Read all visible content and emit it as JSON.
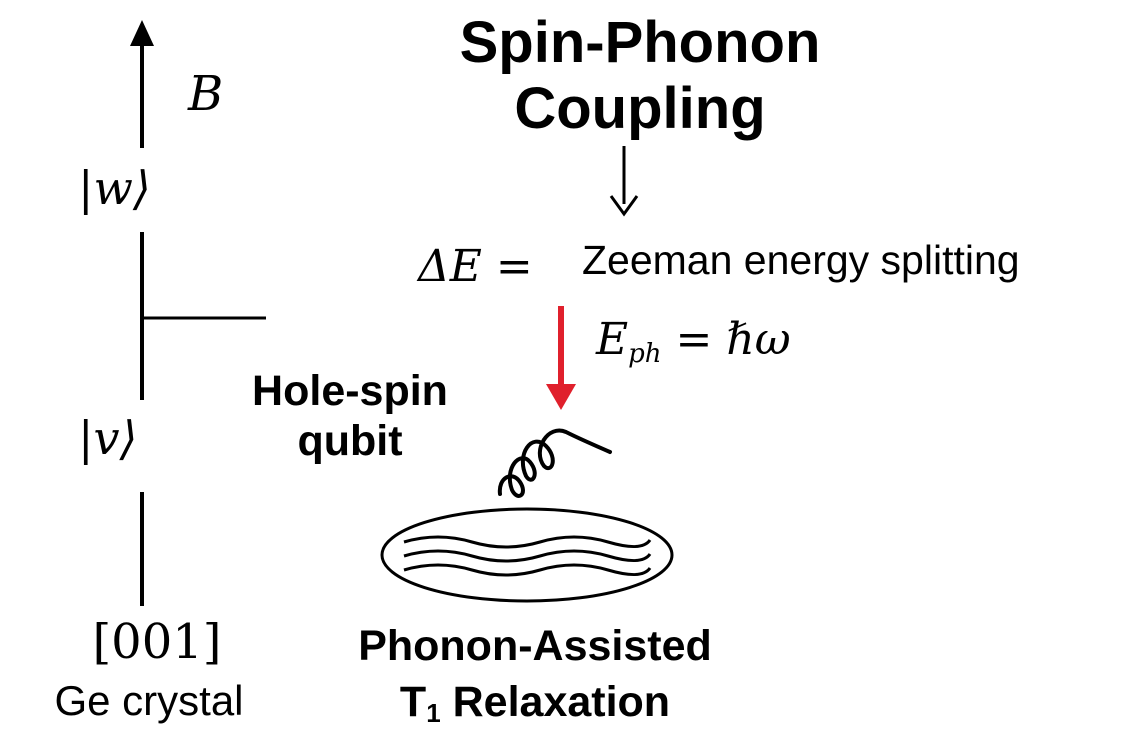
{
  "title": {
    "line1": "Spin-Phonon",
    "line2": "Coupling"
  },
  "left_axis": {
    "field_label": "B",
    "upper_state": "|w⟩",
    "lower_state": "|v⟩",
    "direction_label": "[001]",
    "crystal_label": "Ge crystal"
  },
  "qubit_label": {
    "line1": "Hole-spin",
    "line2": "qubit"
  },
  "energy": {
    "delta_e": "ΔE =",
    "description": "Zeeman energy splitting",
    "phonon_energy_symbol": "E",
    "phonon_energy_subscript": "ph",
    "phonon_energy_rhs": " = ℏω"
  },
  "relaxation": {
    "line1": "Phonon-Assisted",
    "line2_t": "T",
    "line2_sub": "1",
    "line2_rest": " Relaxation"
  },
  "colors": {
    "ink": "#000000",
    "emission_arrow": "#e0202c",
    "background": "#ffffff"
  }
}
